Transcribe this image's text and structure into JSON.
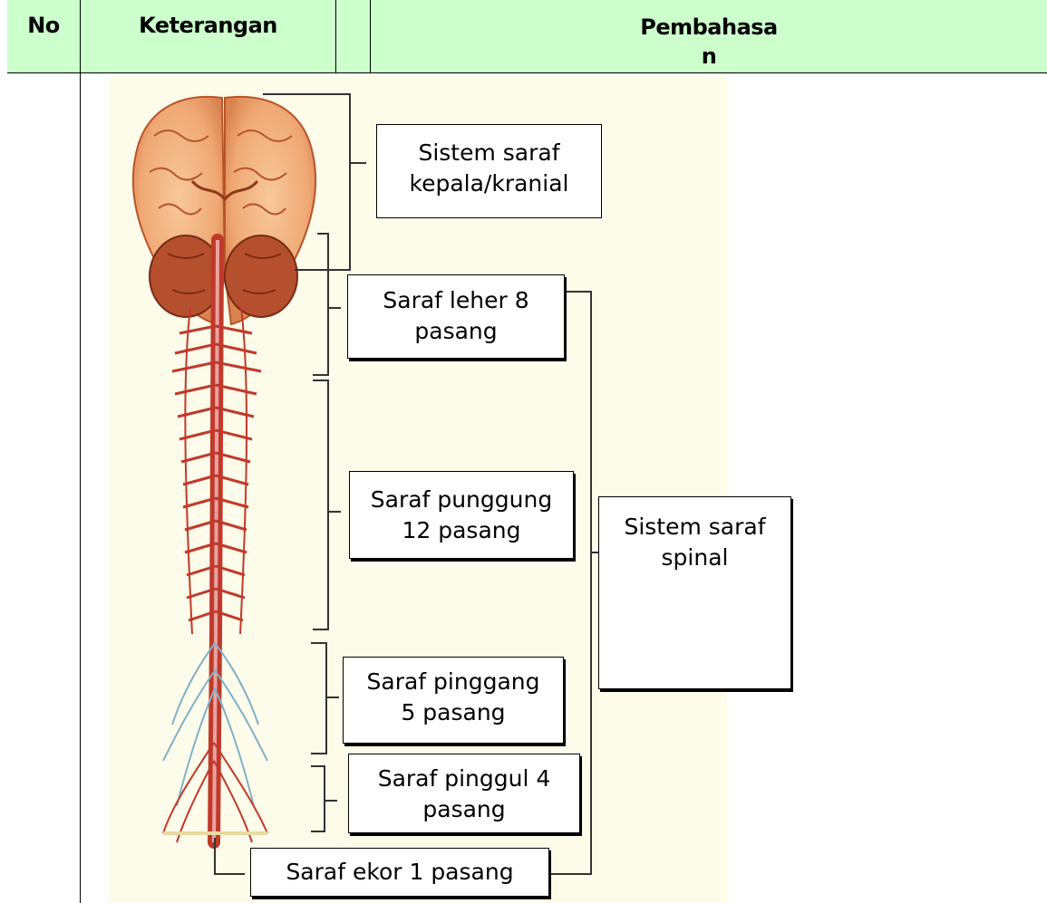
{
  "header": {
    "no": "No",
    "keterangan": "Keterangan",
    "pembahasan_line1": "Pembahasa",
    "pembahasan_line2": "n"
  },
  "labels": {
    "cranial": {
      "line1": "Sistem saraf",
      "line2": "kepala/kranial"
    },
    "neck": {
      "line1": "Saraf leher 8",
      "line2": "pasang"
    },
    "back": {
      "line1": "Saraf punggung",
      "line2": "12 pasang"
    },
    "spinal": {
      "line1": "Sistem saraf",
      "line2": "spinal"
    },
    "waist": {
      "line1": "Saraf pinggang",
      "line2": "5 pasang"
    },
    "hip": {
      "line1": "Saraf pinggul 4",
      "line2": "pasang"
    },
    "tail": {
      "line1": "Saraf ekor 1 pasang"
    }
  },
  "colors": {
    "header_bg": "#ccffcc",
    "brain": "#f2b27a",
    "brain_stroke": "#b8542a",
    "nerve": "#c0392b",
    "nerve_blue": "#7fb2c9",
    "image_bg": "#fdfbe9"
  }
}
